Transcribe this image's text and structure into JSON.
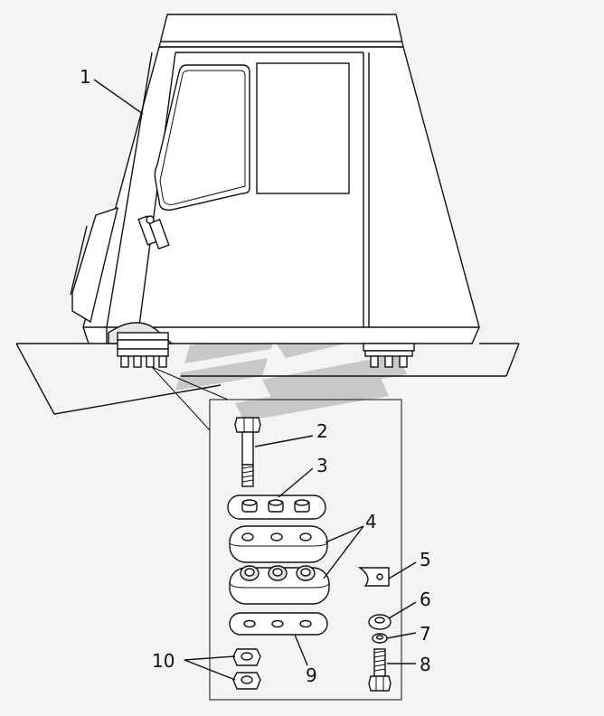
{
  "diagram": {
    "callouts": [
      {
        "id": "1",
        "text": "1"
      },
      {
        "id": "2",
        "text": "2"
      },
      {
        "id": "3",
        "text": "3"
      },
      {
        "id": "4",
        "text": "4"
      },
      {
        "id": "5",
        "text": "5"
      },
      {
        "id": "6",
        "text": "6"
      },
      {
        "id": "7",
        "text": "7"
      },
      {
        "id": "8",
        "text": "8"
      },
      {
        "id": "9",
        "text": "9"
      },
      {
        "id": "10",
        "text": "10"
      }
    ],
    "watermark": {
      "color": "#bdbdbd"
    },
    "colors": {
      "line": "#111111",
      "background": "#f4f4f4",
      "part_fill": "#ffffff"
    }
  }
}
